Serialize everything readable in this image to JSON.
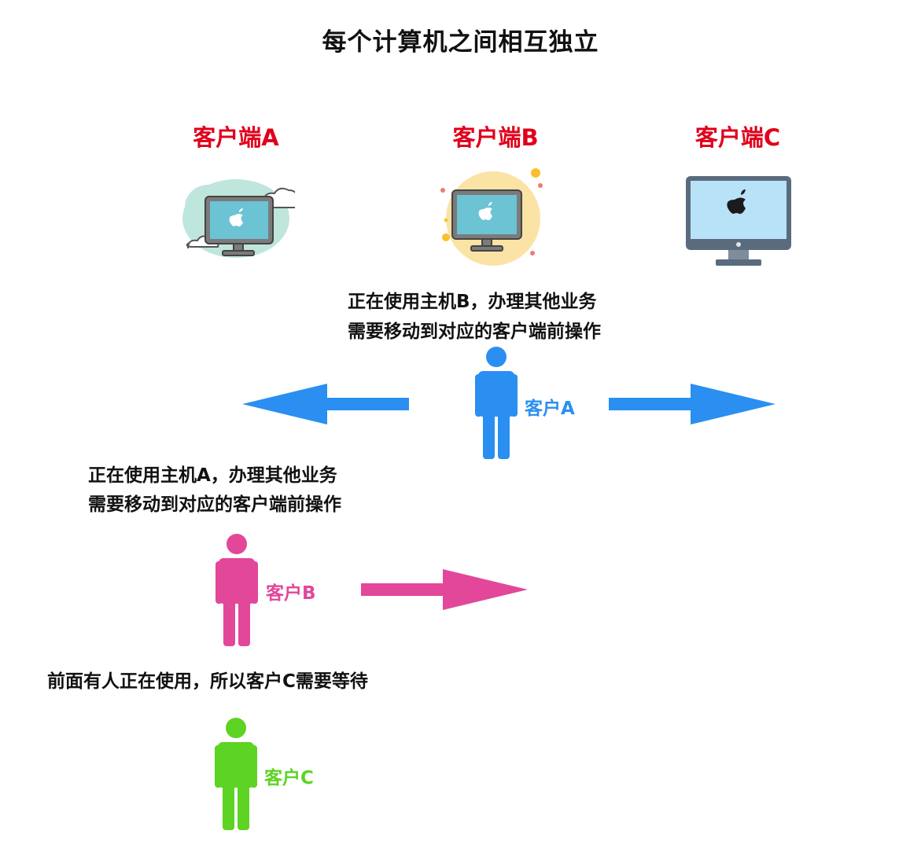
{
  "title": "每个计算机之间相互独立",
  "clients": [
    {
      "label": "客户端A",
      "icon": "monitor-cloud-icon"
    },
    {
      "label": "客户端B",
      "icon": "monitor-sun-icon"
    },
    {
      "label": "客户端C",
      "icon": "imac-icon"
    }
  ],
  "notes": {
    "customer_a": [
      "正在使用主机B，办理其他业务",
      "需要移动到对应的客户端前操作"
    ],
    "customer_b": [
      "正在使用主机A，办理其他业务",
      "需要移动到对应的客户端前操作"
    ],
    "customer_c": "前面有人正在使用，所以客户C需要等待"
  },
  "people": [
    {
      "label": "客户A",
      "color": "#2a8ff0"
    },
    {
      "label": "客户B",
      "color": "#e2479a"
    },
    {
      "label": "客户C",
      "color": "#5dd323"
    }
  ],
  "colors": {
    "client_label": "#e0001b",
    "arrow_blue": "#2a8ff0",
    "arrow_pink": "#e2479a"
  }
}
